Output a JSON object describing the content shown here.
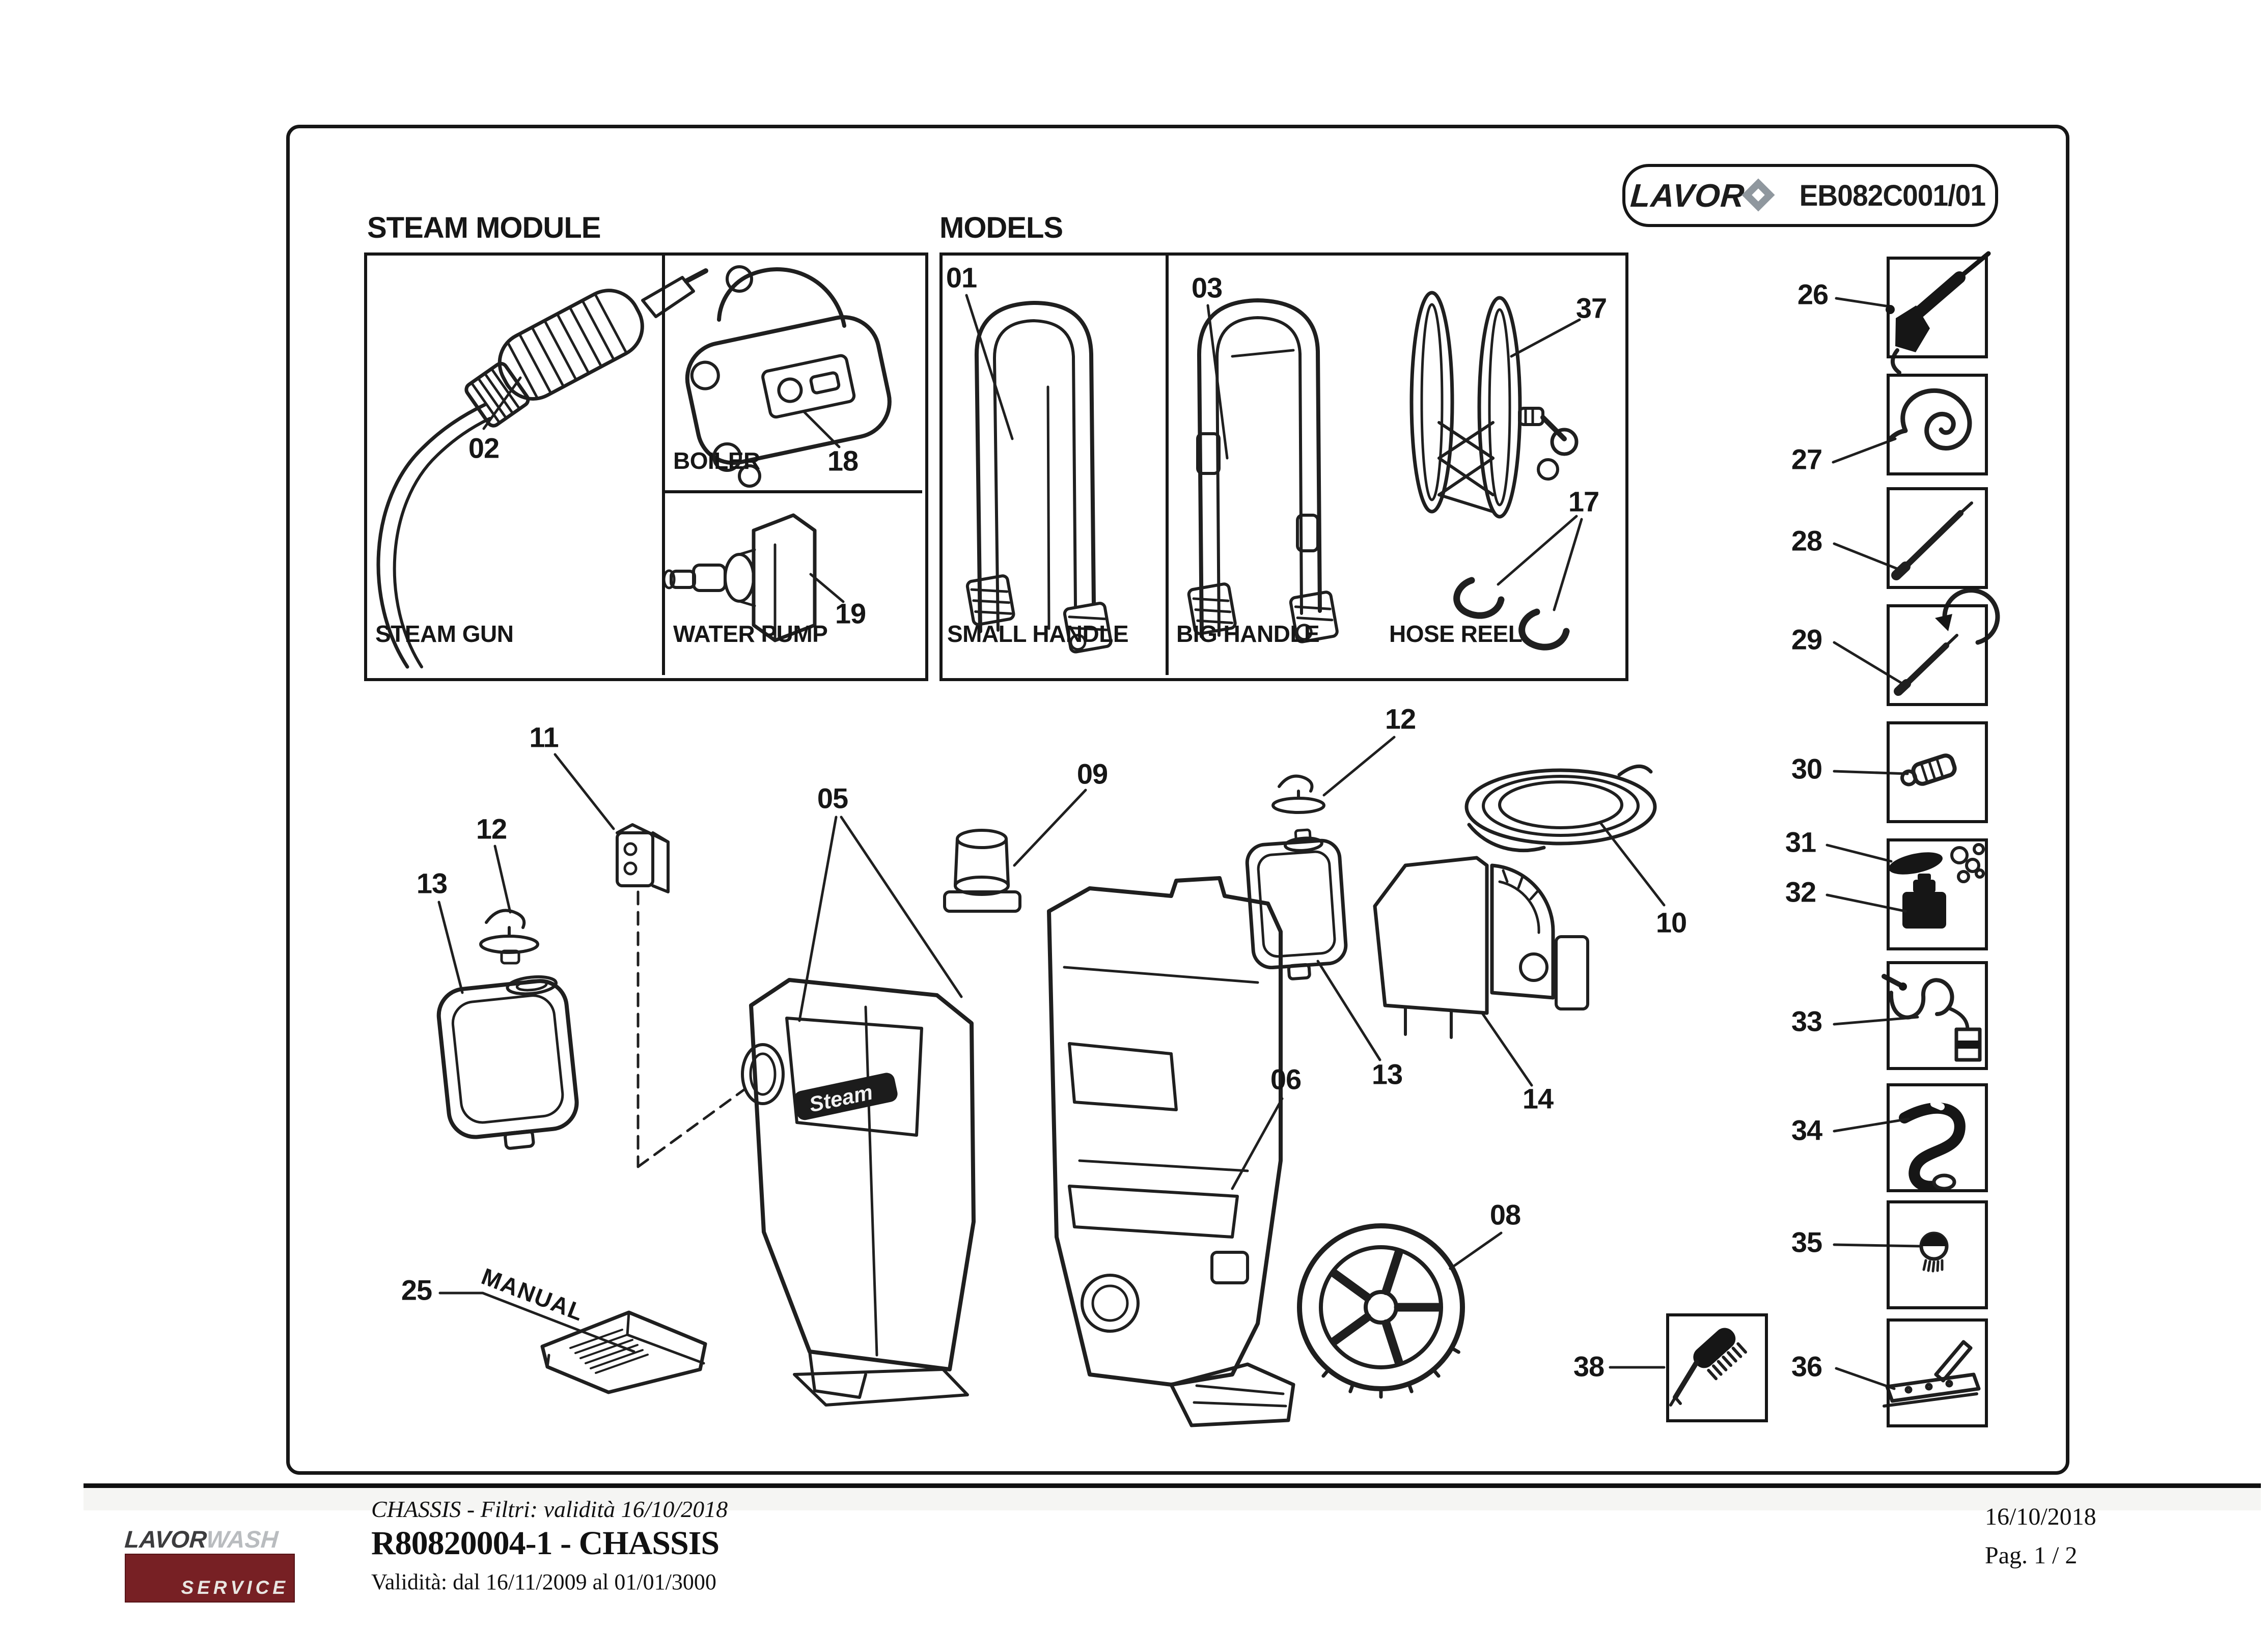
{
  "badge": {
    "brand": "LAVOR",
    "code": "EB082C001/01"
  },
  "steam_module": {
    "title": "STEAM MODULE",
    "gun_label": "STEAM GUN",
    "boiler_label": "BOILER",
    "pump_label": "WATER PUMP"
  },
  "models": {
    "title": "MODELS",
    "small_handle_label": "SMALL HANDLE",
    "big_handle_label": "BIG HANDLE",
    "hose_reel_label": "HOSE REEL"
  },
  "labels": {
    "l01": "01",
    "l02": "02",
    "l03": "03",
    "l05": "05",
    "l06": "06",
    "l08": "08",
    "l09": "09",
    "l10": "10",
    "l11": "11",
    "l12a": "12",
    "l12b": "12",
    "l13a": "13",
    "l13b": "13",
    "l14": "14",
    "l17": "17",
    "l18": "18",
    "l19": "19",
    "l25": "25",
    "l37": "37"
  },
  "manual_text": "MANUAL",
  "cover_logo": "Steam",
  "accessories": [
    {
      "num": "26",
      "icon": "spray-gun"
    },
    {
      "num": "27",
      "icon": "coiled-hose"
    },
    {
      "num": "28",
      "icon": "lance"
    },
    {
      "num": "29",
      "icon": "rotating-lance"
    },
    {
      "num": "30",
      "icon": "nozzle"
    },
    {
      "num": "31",
      "icon": "foam-nozzle"
    },
    {
      "num": "32",
      "icon": "detergent-tank"
    },
    {
      "num": "33",
      "icon": "drain-cleaning-kit"
    },
    {
      "num": "34",
      "icon": "suction-hose"
    },
    {
      "num": "35",
      "icon": "brush-nozzle"
    },
    {
      "num": "36",
      "icon": "squeegee"
    },
    {
      "num": "38",
      "icon": "wash-brush"
    }
  ],
  "footer": {
    "logo_primary": "LAVOR",
    "logo_secondary": "WASH",
    "logo_service": "SERVICE",
    "line1": "CHASSIS - Filtri: validità 16/10/2018",
    "line2": "R80820004-1 - CHASSIS",
    "line3": "Validità: dal 16/11/2009 al 01/01/3000",
    "date": "16/10/2018",
    "page": "Pag. 1 / 2"
  },
  "colors": {
    "accent_maroon": "#772024",
    "ink": "#161616"
  }
}
